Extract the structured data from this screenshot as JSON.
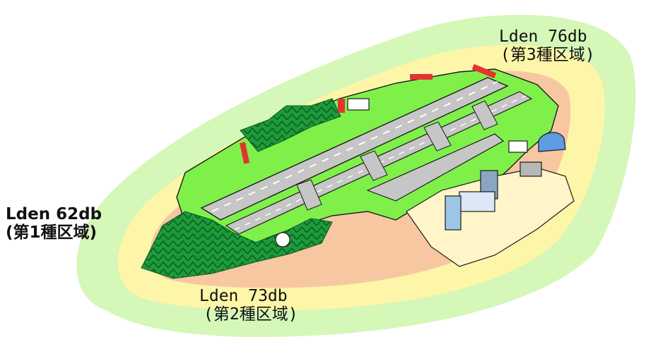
{
  "diagram": {
    "zones": [
      {
        "level": "Lden 62db",
        "category": "(第1種区域)",
        "color": "#d5f7b8"
      },
      {
        "level": "Lden 73db",
        "category": "(第2種区域)",
        "color": "#fdf6a8"
      },
      {
        "level": "Lden 76db",
        "category": "(第3種区域)",
        "color": "#f7c7a2"
      }
    ],
    "colors": {
      "island": "#7ff04a",
      "runway": "#c6c6c6",
      "hill": "#1d9b3a",
      "markers": "#e53232",
      "outline": "#1a1a1a"
    }
  }
}
